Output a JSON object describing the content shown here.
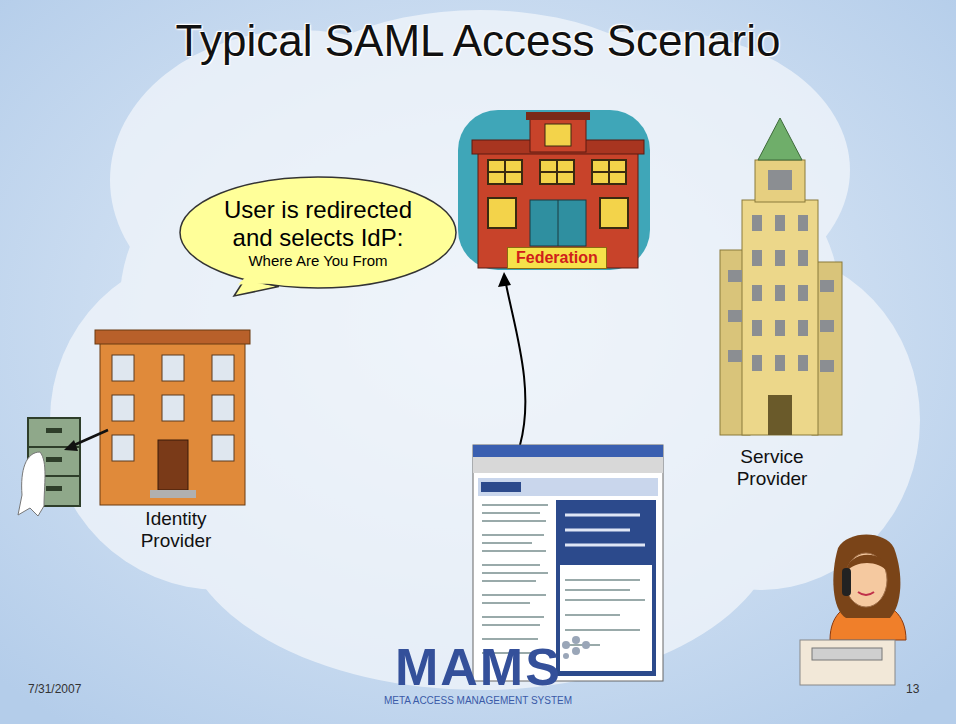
{
  "diagram": {
    "title": "Typical SAML Access Scenario",
    "nodes": [
      {
        "text": [
          "Federation"
        ]
      },
      {
        "text": [
          "User is redirected and selects IdP:",
          "Where Are You From"
        ]
      },
      {
        "text": [
          "Service Provider"
        ]
      },
      {
        "text": [
          "Identity Provider"
        ]
      }
    ],
    "labels": [
      "7/31/2007",
      "MAMS",
      "META ACCESS MANAGEMENT SYSTEM",
      "13"
    ]
  }
}
